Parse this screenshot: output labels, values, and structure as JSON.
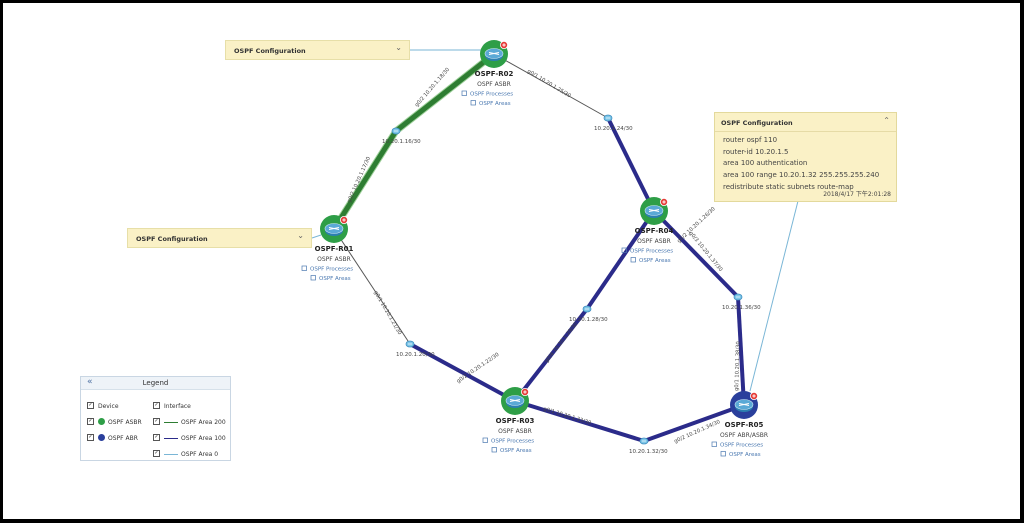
{
  "colors": {
    "area200": "#2e7d32",
    "area100": "#2b2b8a",
    "area0": "#7ab6d6",
    "asbr": "#2e9e47",
    "abr": "#2a3f9c",
    "router_disk": "#5aa9d6",
    "link_text": "#4a78b0",
    "config_bg": "#faf1c6"
  },
  "config_bars": [
    {
      "title": "OSPF Configuration"
    },
    {
      "title": "OSPF Configuration"
    }
  ],
  "config_panel": {
    "title": "OSPF Configuration",
    "lines": [
      "router ospf 110",
      "router-id 10.20.1.5",
      "area 100 authentication",
      "area 100 range 10.20.1.32 255.255.255.240",
      "redistribute static subnets route-map"
    ],
    "timestamp": "2018/4/17 下午2:01:28"
  },
  "routers": [
    {
      "id": "R02",
      "name": "OSPF-R02",
      "role": "OSPF ASBR",
      "kind": "asbr",
      "link1": "OSPF Processes",
      "link2": "OSPF Areas"
    },
    {
      "id": "R01",
      "name": "OSPF-R01",
      "role": "OSPF ASBR",
      "kind": "asbr",
      "link1": "OSPF Processes",
      "link2": "OSPF Areas"
    },
    {
      "id": "R04",
      "name": "OSPF-R04",
      "role": "OSPF ASBR",
      "kind": "asbr",
      "link1": "OSPF Processes",
      "link2": "OSPF Areas"
    },
    {
      "id": "R03",
      "name": "OSPF-R03",
      "role": "OSPF ASBR",
      "kind": "asbr",
      "link1": "OSPF Processes",
      "link2": "OSPF Areas"
    },
    {
      "id": "R05",
      "name": "OSPF-R05",
      "role": "OSPF ABR/ASBR",
      "kind": "abr",
      "link1": "OSPF Processes",
      "link2": "OSPF Areas"
    }
  ],
  "subnets": [
    {
      "label": "10.20.1.16/30"
    },
    {
      "label": "10.20.1.24/30"
    },
    {
      "label": "10.20.1.20/30"
    },
    {
      "label": "10.20.1.28/30"
    },
    {
      "label": "10.20.1.36/30"
    },
    {
      "label": "10.20.1.32/30"
    }
  ],
  "interfaces": [
    {
      "label": "g0/2 10.20.1.18/30"
    },
    {
      "label": "g0/1 10.20.1.25/30"
    },
    {
      "label": "g0/2 10.20.1.17/30"
    },
    {
      "label": "g0/1 10.20.1.21/30"
    },
    {
      "label": "g0/2 10.20.1.26/30"
    },
    {
      "label": "g0/3 10.20.1.37/30"
    },
    {
      "label": "g0/4 10.20.1.29/30"
    },
    {
      "label": "g0/2 10.20.1.22/30"
    },
    {
      "label": "g0/1 10.20.1.33/30"
    },
    {
      "label": "g0/2 10.20.1.34/30"
    },
    {
      "label": "g0/1 10.20.1.38/30"
    }
  ],
  "legend": {
    "title": "Legend",
    "device": "Device",
    "interface": "Interface",
    "asbr": "OSPF ASBR",
    "abr": "OSPF ABR",
    "area200": "OSPF Area 200",
    "area100": "OSPF Area 100",
    "area0": "OSPF Area 0"
  }
}
